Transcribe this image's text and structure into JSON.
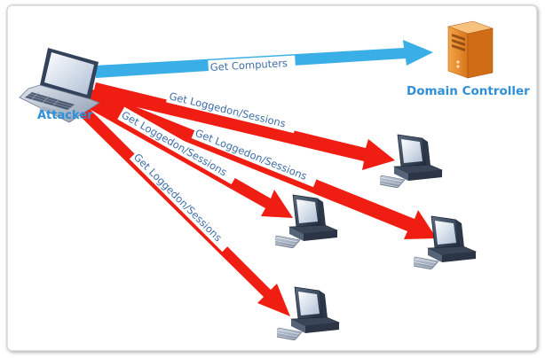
{
  "nodes": {
    "attacker": {
      "label": "Attacker"
    },
    "domain_controller": {
      "label": "Domain Controller"
    }
  },
  "edges": {
    "get_computers": {
      "label": "Get Computers"
    },
    "sessions_1": {
      "label": "Get Loggedon/Sessions"
    },
    "sessions_2": {
      "label": "Get Loggedon/Sessions"
    },
    "sessions_3": {
      "label": "Get Loggedon/Sessions"
    },
    "sessions_4": {
      "label": "Get Loggedon/Sessions"
    }
  },
  "colors": {
    "query_arrow": "#3aaee6",
    "session_arrow": "#f01e12",
    "label_text": "#3f6ea8",
    "node_label": "#2f8fd8"
  }
}
